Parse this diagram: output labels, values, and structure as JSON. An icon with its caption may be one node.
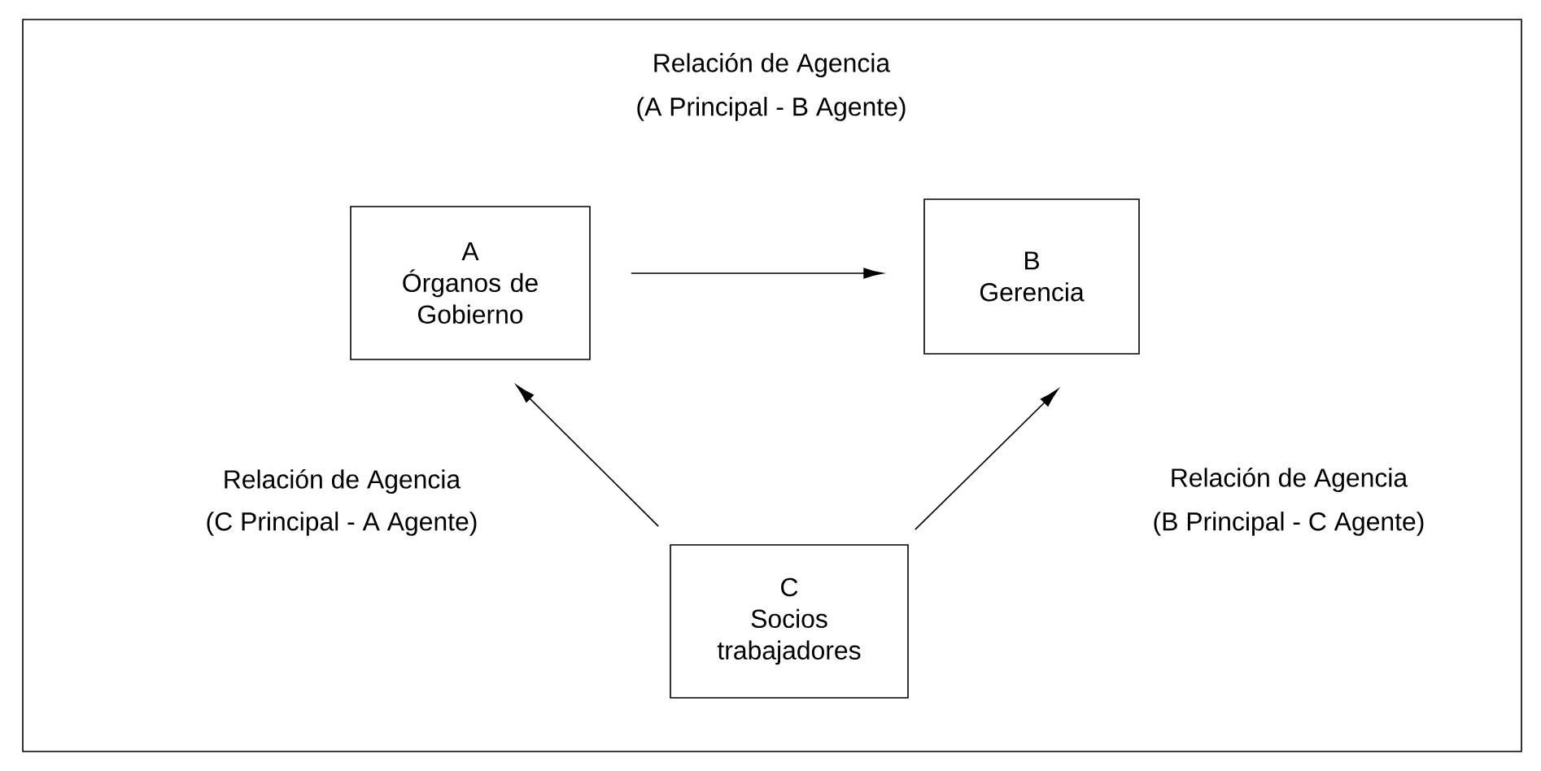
{
  "diagram": {
    "nodes": [
      {
        "text": [
          "A",
          "Órganos de Gobierno"
        ]
      },
      {
        "text": [
          "B",
          "Gerencia"
        ]
      },
      {
        "text": [
          "C",
          "Socios trabajadores"
        ]
      }
    ],
    "edges": [
      {
        "from": 0,
        "to": 1,
        "arrow": "to"
      },
      {
        "from": 2,
        "to": 0,
        "arrow": "to"
      },
      {
        "from": 2,
        "to": 1,
        "arrow": "to"
      }
    ],
    "labels": [
      "Relación de Agencia",
      "(A Principal - B Agente)",
      "Relación de Agencia",
      "(C Principal - A Agente)",
      "Relación de Agencia",
      "(B Principal - C Agente)"
    ]
  }
}
